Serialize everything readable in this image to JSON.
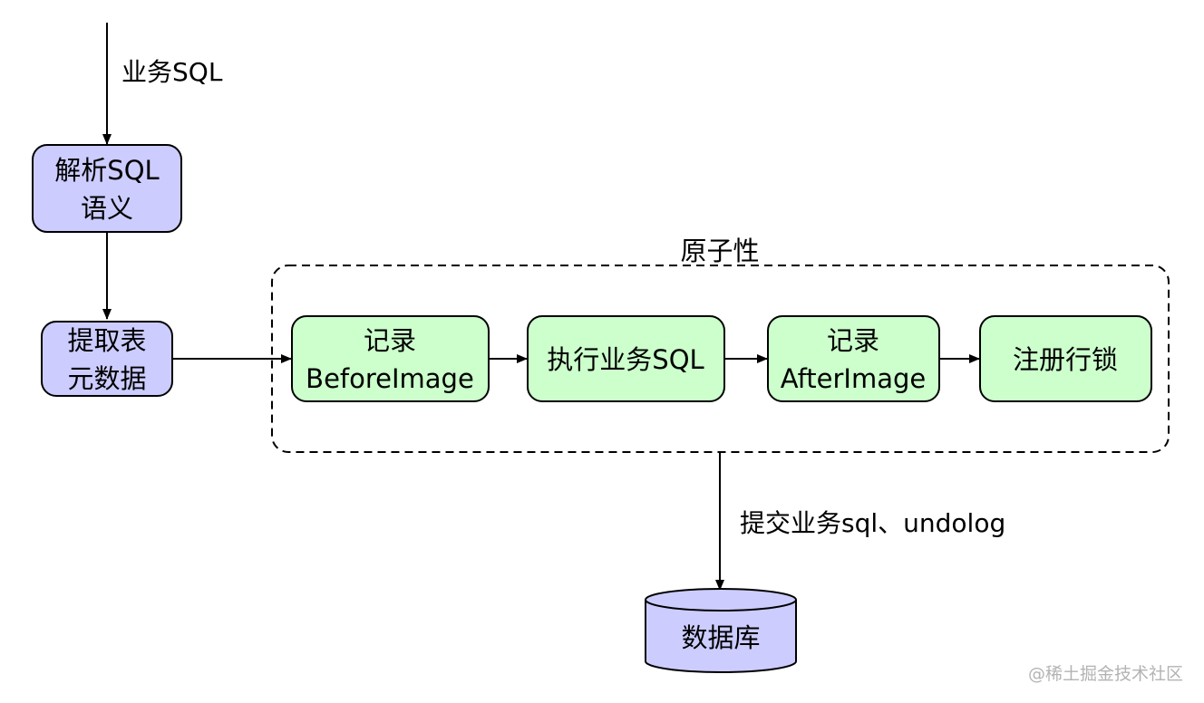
{
  "colors": {
    "blue_fill": "#ccccff",
    "green_fill": "#ccffcc",
    "stroke": "#000000"
  },
  "edges": {
    "input_label": "业务SQL",
    "commit_label": "提交业务sql、undolog"
  },
  "nodes": {
    "parse": {
      "line1": "解析SQL",
      "line2": "语义"
    },
    "extract": {
      "line1": "提取表",
      "line2": "元数据"
    },
    "before_image": {
      "line1": "记录",
      "line2": "BeforeImage"
    },
    "execute": {
      "line1": "执行业务SQL"
    },
    "after_image": {
      "line1": "记录",
      "line2": "AfterImage"
    },
    "register_lock": {
      "line1": "注册行锁"
    },
    "database": {
      "line1": "数据库"
    }
  },
  "group": {
    "label": "原子性"
  },
  "watermark": "@稀土掘金技术社区"
}
